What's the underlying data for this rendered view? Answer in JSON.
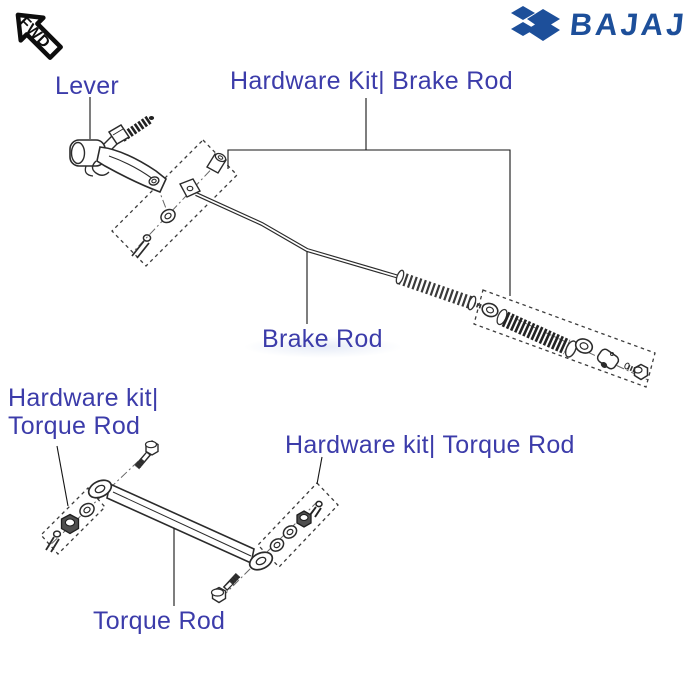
{
  "header": {
    "orientation_badge": "FWD",
    "brand": "BAJAJ",
    "brand_color": "#1d4f9a"
  },
  "labels": {
    "lever": "Lever",
    "hardware_kit_brake_rod": "Hardware Kit| Brake Rod",
    "brake_rod": "Brake Rod",
    "hardware_kit_torque_rod_line1": "Hardware kit|",
    "hardware_kit_torque_rod_line2": "Torque Rod",
    "hardware_kit_torque_rod_right": "Hardware kit| Torque Rod",
    "torque_rod": "Torque Rod"
  },
  "colors": {
    "label_text": "#3c3caa",
    "line_art": "#2b2b2b",
    "brand_blue": "#1d4f9a"
  }
}
